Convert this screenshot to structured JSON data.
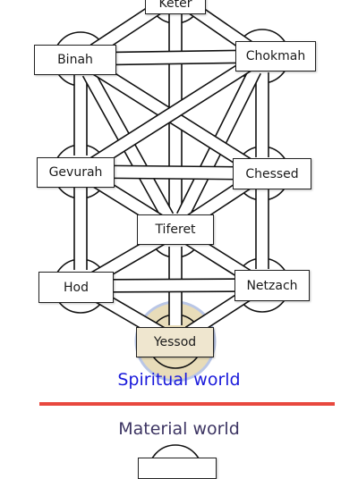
{
  "colors": {
    "line": "#111111",
    "halo": "#e8dcb9",
    "halo_ring": "#b9c6e6",
    "spiritual_text": "#1a1adb",
    "material_text": "#3d3563",
    "divider": "#e8483e"
  },
  "sefirot": [
    {
      "id": "keter",
      "label": "Keter"
    },
    {
      "id": "binah",
      "label": "Binah"
    },
    {
      "id": "chokmah",
      "label": "Chokmah"
    },
    {
      "id": "gevurah",
      "label": "Gevurah"
    },
    {
      "id": "chessed",
      "label": "Chessed"
    },
    {
      "id": "tiferet",
      "label": "Tiferet"
    },
    {
      "id": "hod",
      "label": "Hod"
    },
    {
      "id": "netzach",
      "label": "Netzach"
    },
    {
      "id": "yessod",
      "label": "Yessod"
    },
    {
      "id": "malkuth",
      "label": ""
    }
  ],
  "captions": {
    "spiritual": "Spiritual world",
    "material": "Material world"
  }
}
